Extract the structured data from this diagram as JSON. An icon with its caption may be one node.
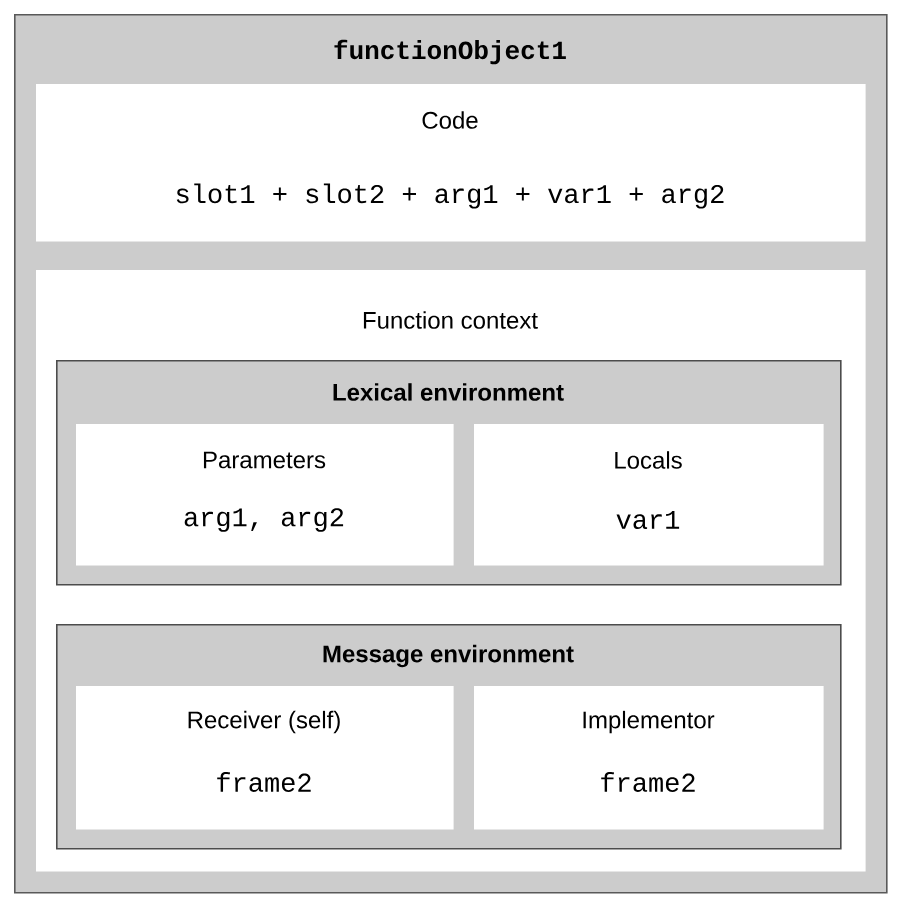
{
  "diagram": {
    "nodes": [
      {
        "text": [
          "functionObject1"
        ]
      },
      {
        "text": [
          "Code",
          "slot1 + slot2 + arg1 + var1 + arg2"
        ],
        "in": 0
      },
      {
        "text": [
          "Function context"
        ],
        "in": 0
      },
      {
        "text": [
          "Lexical environment"
        ],
        "in": 2
      },
      {
        "text": [
          "Parameters",
          "arg1, arg2"
        ],
        "in": 3
      },
      {
        "text": [
          "Locals",
          "var1"
        ],
        "in": 3
      },
      {
        "text": [
          "Message environment"
        ],
        "in": 2
      },
      {
        "text": [
          "Receiver (self)",
          "frame2"
        ],
        "in": 6
      },
      {
        "text": [
          "Implementor",
          "frame2"
        ],
        "in": 6
      }
    ]
  }
}
